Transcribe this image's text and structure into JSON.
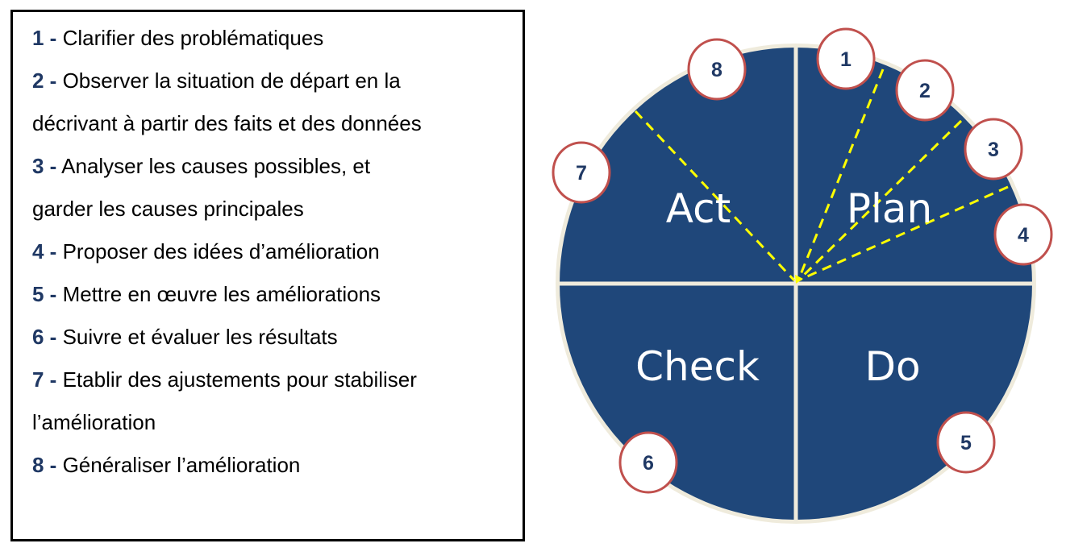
{
  "steps": [
    {
      "num": "1 -",
      "lines": [
        "Clarifier des problématiques"
      ]
    },
    {
      "num": "2 -",
      "lines": [
        "Observer la situation de départ en la",
        "décrivant à partir des faits et des données"
      ]
    },
    {
      "num": "3 -",
      "lines": [
        "Analyser les causes possibles, et",
        "garder les causes principales"
      ]
    },
    {
      "num": "4 -",
      "lines": [
        "Proposer des idées d’amélioration"
      ]
    },
    {
      "num": "5 -",
      "lines": [
        "Mettre en œuvre les améliorations"
      ]
    },
    {
      "num": "6 -",
      "lines": [
        "Suivre et évaluer les résultats"
      ]
    },
    {
      "num": "7 -",
      "lines": [
        "Etablir des ajustements pour stabiliser",
        "l’amélioration"
      ]
    },
    {
      "num": "8 -",
      "lines": [
        "Généraliser l’amélioration"
      ]
    }
  ],
  "cycle": {
    "quadrants": {
      "act": "Act",
      "plan": "Plan",
      "check": "Check",
      "do": "Do"
    },
    "badges": [
      "1",
      "2",
      "3",
      "4",
      "5",
      "6",
      "7",
      "8"
    ]
  },
  "colors": {
    "quadrant_fill": "#1f477a",
    "rim": "#efebdc",
    "badge_border": "#c0504d",
    "number_text": "#1f3864",
    "dashed_line": "#ffff00"
  }
}
